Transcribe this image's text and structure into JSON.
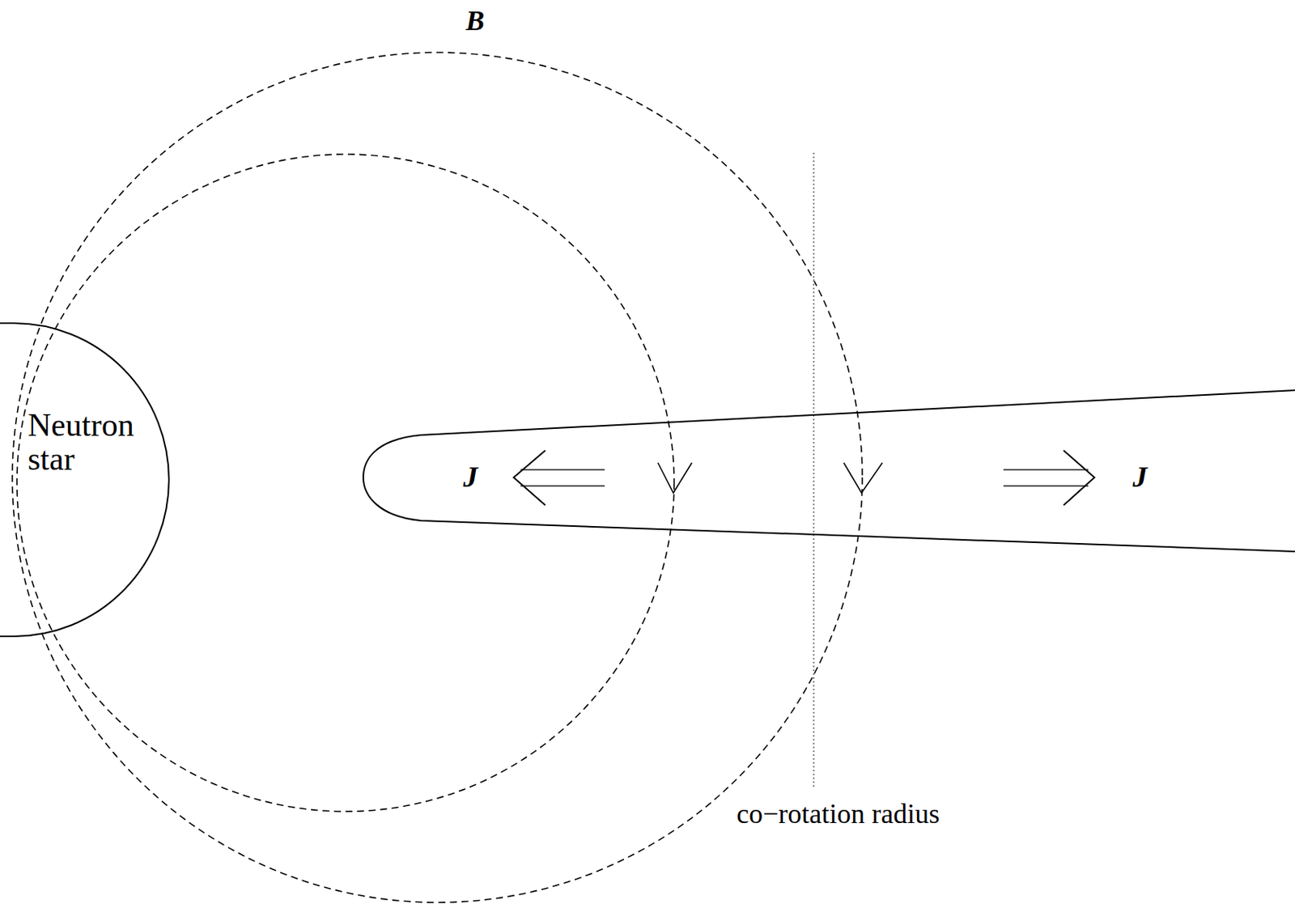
{
  "diagram": {
    "nodes": [
      {
        "text": [
          "Neutron star"
        ]
      },
      {
        "text": [
          "J",
          "J"
        ]
      }
    ],
    "labels": [
      "B",
      "co−rotation radius"
    ]
  }
}
